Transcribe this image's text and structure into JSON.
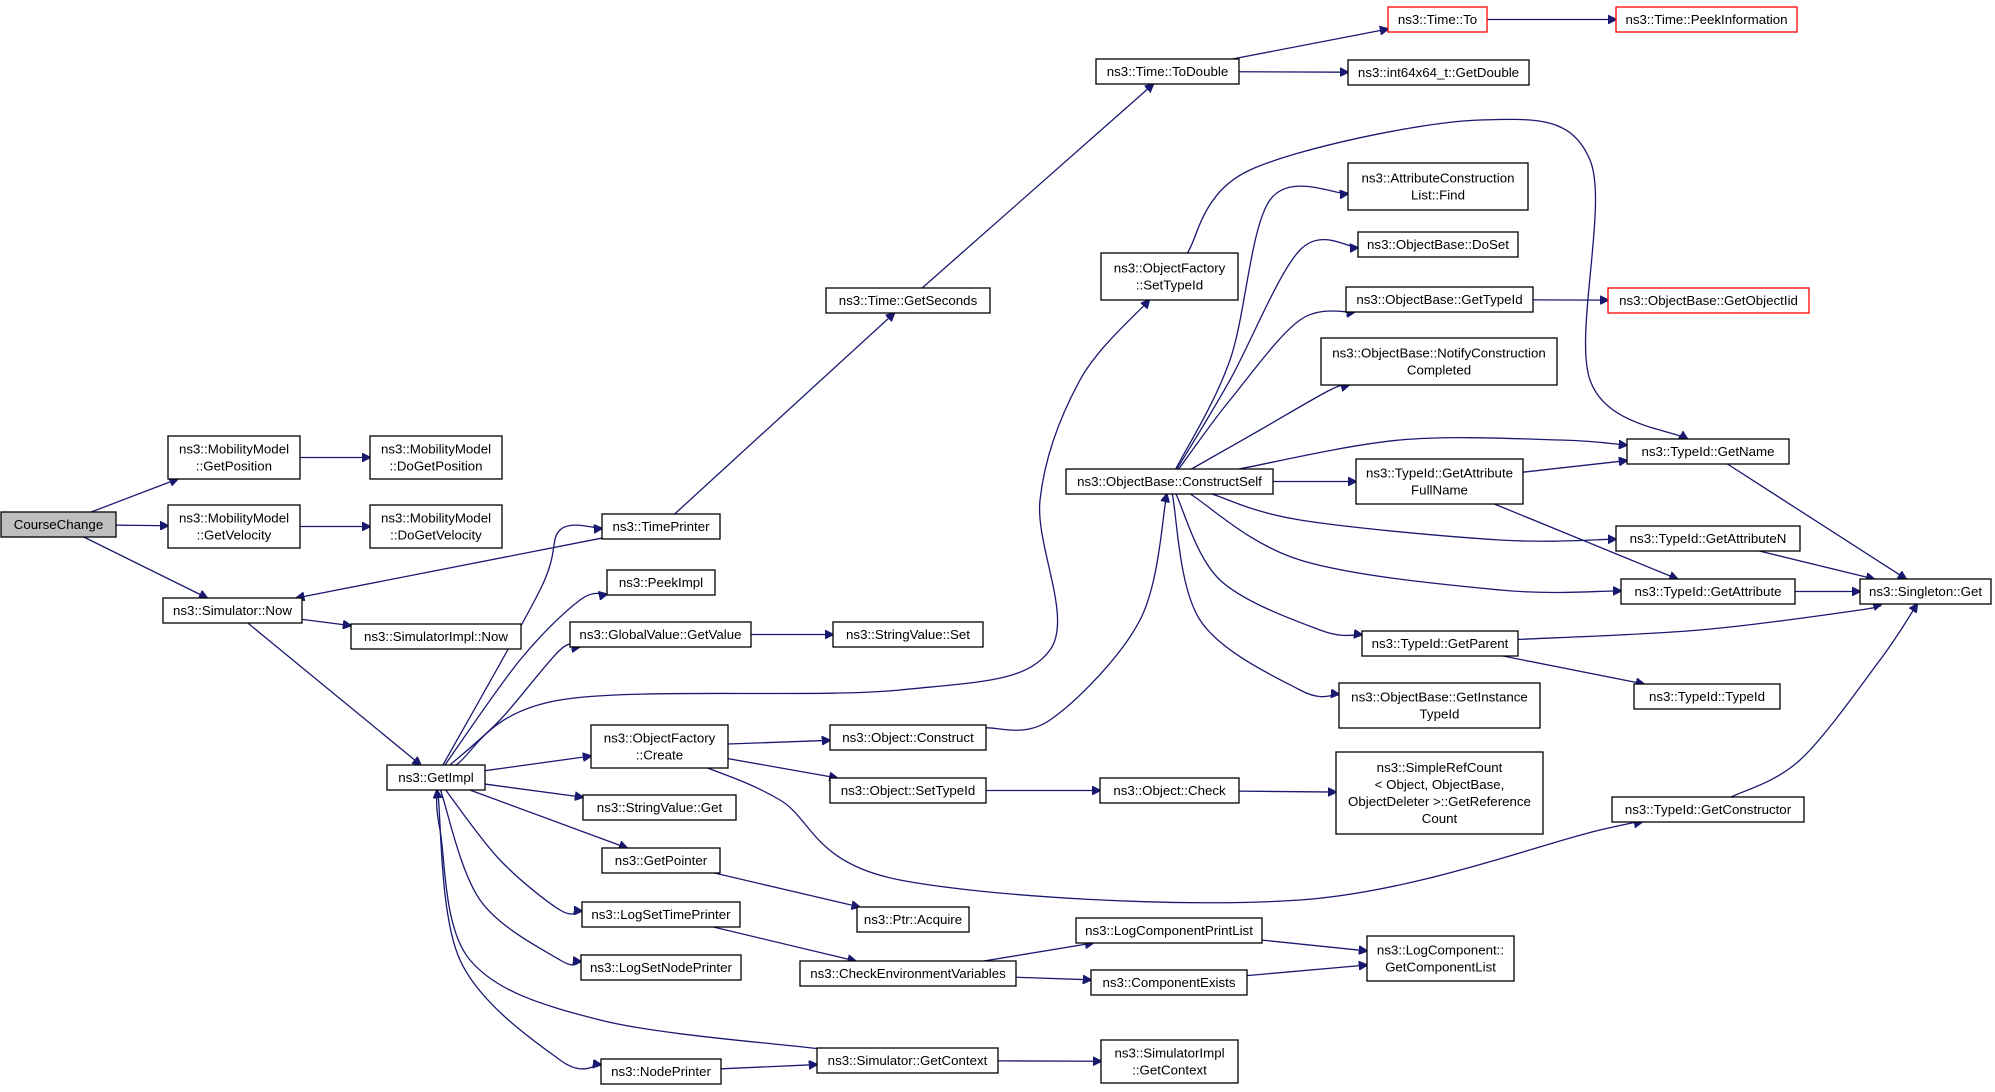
{
  "graph": {
    "edge_color": "#191970",
    "node_border_color": "#000000",
    "truncated_border_color": "#ff0000",
    "root_fill_color": "#bfbfbf",
    "nodes": [
      {
        "id": "coursechange",
        "lines": [
          "CourseChange"
        ],
        "style": "root"
      },
      {
        "id": "getposition",
        "lines": [
          "ns3::MobilityModel",
          "::GetPosition"
        ]
      },
      {
        "id": "getvelocity",
        "lines": [
          "ns3::MobilityModel",
          "::GetVelocity"
        ]
      },
      {
        "id": "dogetposition",
        "lines": [
          "ns3::MobilityModel",
          "::DoGetPosition"
        ]
      },
      {
        "id": "dogetvelocity",
        "lines": [
          "ns3::MobilityModel",
          "::DoGetVelocity"
        ]
      },
      {
        "id": "simnow",
        "lines": [
          "ns3::Simulator::Now"
        ]
      },
      {
        "id": "simimplnow",
        "lines": [
          "ns3::SimulatorImpl::Now"
        ]
      },
      {
        "id": "getimpl",
        "lines": [
          "ns3::GetImpl"
        ]
      },
      {
        "id": "timeprinter",
        "lines": [
          "ns3::TimePrinter"
        ]
      },
      {
        "id": "peekimpl",
        "lines": [
          "ns3::PeekImpl"
        ]
      },
      {
        "id": "globalgetvalue",
        "lines": [
          "ns3::GlobalValue::GetValue"
        ]
      },
      {
        "id": "stringvalueset",
        "lines": [
          "ns3::StringValue::Set"
        ]
      },
      {
        "id": "objfactorycreate",
        "lines": [
          "ns3::ObjectFactory",
          "::Create"
        ]
      },
      {
        "id": "stringvalueget",
        "lines": [
          "ns3::StringValue::Get"
        ]
      },
      {
        "id": "getpointer",
        "lines": [
          "ns3::GetPointer"
        ]
      },
      {
        "id": "logsettimeprinter",
        "lines": [
          "ns3::LogSetTimePrinter"
        ]
      },
      {
        "id": "logsetnodeprinter",
        "lines": [
          "ns3::LogSetNodePrinter"
        ]
      },
      {
        "id": "nodeprinter",
        "lines": [
          "ns3::NodePrinter"
        ]
      },
      {
        "id": "gettimeseconds",
        "lines": [
          "ns3::Time::GetSeconds"
        ]
      },
      {
        "id": "timetodouble",
        "lines": [
          "ns3::Time::ToDouble"
        ]
      },
      {
        "id": "timeto",
        "lines": [
          "ns3::Time::To"
        ],
        "style": "truncated"
      },
      {
        "id": "timepeekinfo",
        "lines": [
          "ns3::Time::PeekInformation"
        ],
        "style": "truncated"
      },
      {
        "id": "int64getdouble",
        "lines": [
          "ns3::int64x64_t::GetDouble"
        ]
      },
      {
        "id": "objfactorysettypeid",
        "lines": [
          "ns3::ObjectFactory",
          "::SetTypeId"
        ]
      },
      {
        "id": "objectconstruct",
        "lines": [
          "ns3::Object::Construct"
        ]
      },
      {
        "id": "objectsettypeid",
        "lines": [
          "ns3::Object::SetTypeId"
        ]
      },
      {
        "id": "objectcheck",
        "lines": [
          "ns3::Object::Check"
        ]
      },
      {
        "id": "simplerefcount",
        "lines": [
          "ns3::SimpleRefCount",
          "< Object, ObjectBase,",
          "ObjectDeleter >::GetReference",
          "Count"
        ]
      },
      {
        "id": "ptracquire",
        "lines": [
          "ns3::Ptr::Acquire"
        ]
      },
      {
        "id": "checkenv",
        "lines": [
          "ns3::CheckEnvironmentVariables"
        ]
      },
      {
        "id": "simgetcontext",
        "lines": [
          "ns3::Simulator::GetContext"
        ]
      },
      {
        "id": "simimplgetcontext",
        "lines": [
          "ns3::SimulatorImpl",
          "::GetContext"
        ]
      },
      {
        "id": "logcompprintlist",
        "lines": [
          "ns3::LogComponentPrintList"
        ]
      },
      {
        "id": "componentexists",
        "lines": [
          "ns3::ComponentExists"
        ]
      },
      {
        "id": "logcompgetlist",
        "lines": [
          "ns3::LogComponent::",
          "GetComponentList"
        ]
      },
      {
        "id": "constructself",
        "lines": [
          "ns3::ObjectBase::ConstructSelf"
        ]
      },
      {
        "id": "attrconstrfind",
        "lines": [
          "ns3::AttributeConstruction",
          "List::Find"
        ]
      },
      {
        "id": "objectbasedoset",
        "lines": [
          "ns3::ObjectBase::DoSet"
        ]
      },
      {
        "id": "objectbasegettypeid",
        "lines": [
          "ns3::ObjectBase::GetTypeId"
        ]
      },
      {
        "id": "getobjectiid",
        "lines": [
          "ns3::ObjectBase::GetObjectIid"
        ],
        "style": "truncated"
      },
      {
        "id": "notifyconstr",
        "lines": [
          "ns3::ObjectBase::NotifyConstruction",
          "Completed"
        ]
      },
      {
        "id": "typeidgetname",
        "lines": [
          "ns3::TypeId::GetName"
        ]
      },
      {
        "id": "typeidgetattrfullname",
        "lines": [
          "ns3::TypeId::GetAttribute",
          "FullName"
        ]
      },
      {
        "id": "typeidgetattrn",
        "lines": [
          "ns3::TypeId::GetAttributeN"
        ]
      },
      {
        "id": "typeidgetattr",
        "lines": [
          "ns3::TypeId::GetAttribute"
        ]
      },
      {
        "id": "singletonget",
        "lines": [
          "ns3::Singleton::Get"
        ]
      },
      {
        "id": "typeidgetparent",
        "lines": [
          "ns3::TypeId::GetParent"
        ]
      },
      {
        "id": "typeidtypeid",
        "lines": [
          "ns3::TypeId::TypeId"
        ]
      },
      {
        "id": "getinstancetypeid",
        "lines": [
          "ns3::ObjectBase::GetInstance",
          "TypeId"
        ]
      },
      {
        "id": "typeidgetconstructor",
        "lines": [
          "ns3::TypeId::GetConstructor"
        ]
      }
    ],
    "edges": [
      [
        "coursechange",
        "getposition"
      ],
      [
        "coursechange",
        "getvelocity"
      ],
      [
        "coursechange",
        "simnow"
      ],
      [
        "getposition",
        "dogetposition"
      ],
      [
        "getvelocity",
        "dogetvelocity"
      ],
      [
        "simnow",
        "simimplnow"
      ],
      [
        "simnow",
        "getimpl"
      ],
      [
        "getimpl",
        "timeprinter"
      ],
      [
        "getimpl",
        "peekimpl"
      ],
      [
        "getimpl",
        "globalgetvalue"
      ],
      [
        "getimpl",
        "objfactorysettypeid"
      ],
      [
        "getimpl",
        "objfactorycreate"
      ],
      [
        "getimpl",
        "stringvalueget"
      ],
      [
        "getimpl",
        "getpointer"
      ],
      [
        "getimpl",
        "logsettimeprinter"
      ],
      [
        "getimpl",
        "logsetnodeprinter"
      ],
      [
        "getimpl",
        "nodeprinter"
      ],
      [
        "timeprinter",
        "simnow"
      ],
      [
        "timeprinter",
        "gettimeseconds"
      ],
      [
        "gettimeseconds",
        "timetodouble"
      ],
      [
        "timetodouble",
        "timeto"
      ],
      [
        "timetodouble",
        "int64getdouble"
      ],
      [
        "timeto",
        "timepeekinfo"
      ],
      [
        "globalgetvalue",
        "stringvalueset"
      ],
      [
        "objfactorycreate",
        "objectconstruct"
      ],
      [
        "objfactorycreate",
        "objectsettypeid"
      ],
      [
        "objfactorycreate",
        "typeidgetconstructor"
      ],
      [
        "objectconstruct",
        "constructself"
      ],
      [
        "objectsettypeid",
        "objectcheck"
      ],
      [
        "objectcheck",
        "simplerefcount"
      ],
      [
        "getpointer",
        "ptracquire"
      ],
      [
        "logsettimeprinter",
        "checkenv"
      ],
      [
        "checkenv",
        "logcompprintlist"
      ],
      [
        "checkenv",
        "componentexists"
      ],
      [
        "logcompprintlist",
        "logcompgetlist"
      ],
      [
        "componentexists",
        "logcompgetlist"
      ],
      [
        "nodeprinter",
        "simgetcontext"
      ],
      [
        "simgetcontext",
        "getimpl"
      ],
      [
        "simgetcontext",
        "simimplgetcontext"
      ],
      [
        "objfactorysettypeid",
        "typeidgetname"
      ],
      [
        "constructself",
        "attrconstrfind"
      ],
      [
        "constructself",
        "objectbasedoset"
      ],
      [
        "constructself",
        "objectbasegettypeid"
      ],
      [
        "constructself",
        "notifyconstr"
      ],
      [
        "constructself",
        "typeidgetname"
      ],
      [
        "constructself",
        "typeidgetattrfullname"
      ],
      [
        "constructself",
        "typeidgetattrn"
      ],
      [
        "constructself",
        "typeidgetattr"
      ],
      [
        "constructself",
        "typeidgetparent"
      ],
      [
        "constructself",
        "getinstancetypeid"
      ],
      [
        "objectbasegettypeid",
        "getobjectiid"
      ],
      [
        "typeidgetattrfullname",
        "typeidgetname"
      ],
      [
        "typeidgetattrfullname",
        "typeidgetattr"
      ],
      [
        "typeidgetname",
        "singletonget"
      ],
      [
        "typeidgetattrn",
        "singletonget"
      ],
      [
        "typeidgetattr",
        "singletonget"
      ],
      [
        "typeidgetparent",
        "singletonget"
      ],
      [
        "typeidgetparent",
        "typeidtypeid"
      ],
      [
        "typeidgetconstructor",
        "singletonget"
      ]
    ]
  }
}
